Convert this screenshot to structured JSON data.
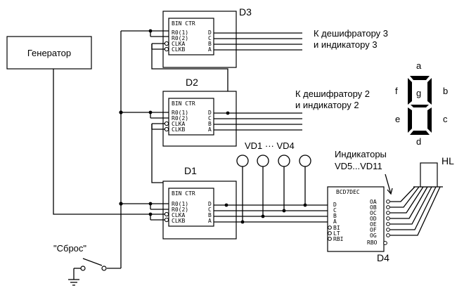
{
  "generator_label": "Генератор",
  "reset_label": "\"Сброс\"",
  "counters": [
    {
      "name": "D3",
      "title": "BIN CTR",
      "pins_left": [
        "R0(1)",
        "R0(2)",
        "CLKA",
        "CLKB"
      ],
      "pins_right": [
        "D",
        "C",
        "B",
        "A"
      ]
    },
    {
      "name": "D2",
      "title": "BIN CTR",
      "pins_left": [
        "R0(1)",
        "R0(2)",
        "CLKA",
        "CLKB"
      ],
      "pins_right": [
        "D",
        "C",
        "B",
        "A"
      ]
    },
    {
      "name": "D1",
      "title": "BIN CTR",
      "pins_left": [
        "R0(1)",
        "R0(2)",
        "CLKA",
        "CLKB"
      ],
      "pins_right": [
        "D",
        "C",
        "B",
        "A"
      ]
    }
  ],
  "decoder": {
    "name": "D4",
    "title": "BCD7DEC",
    "pins_left": [
      "D",
      "C",
      "B",
      "A",
      "BI",
      "LT",
      "RBI"
    ],
    "pins_right": [
      "OA",
      "OB",
      "OC",
      "OD",
      "OE",
      "OF",
      "OG",
      "RBO"
    ]
  },
  "notes": {
    "d3_line1": "К дешифратору 3",
    "d3_line2": "и индикатору 3",
    "d2_line1": "К дешифратору 2",
    "d2_line2": "и индикатору 2",
    "vd_label": "VD1 ···  VD4",
    "ind_line1": "Индикаторы",
    "ind_line2": "VD5...VD11",
    "hl_label": "HL"
  },
  "segments": [
    "a",
    "b",
    "c",
    "d",
    "e",
    "f",
    "g"
  ]
}
